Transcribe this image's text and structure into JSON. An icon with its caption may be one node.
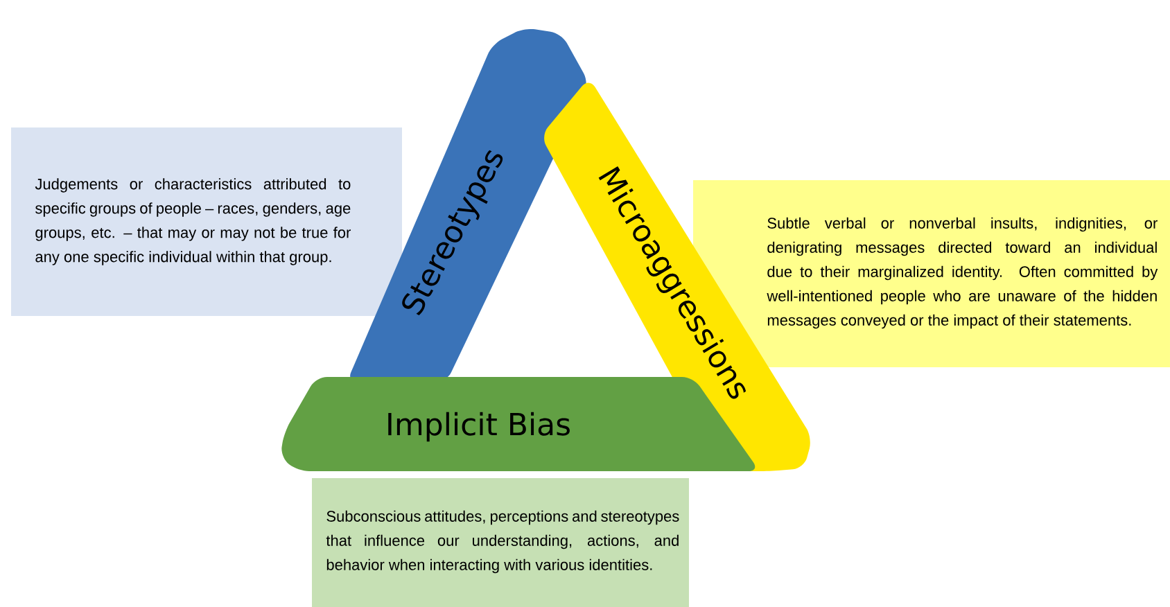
{
  "diagram": {
    "nodes": [
      {
        "text": [
          "Judgements or characteristics attributed to specific groups of people – races, genders, age groups, etc. – that may or may not be true for any one specific individual within that group."
        ]
      },
      {
        "text": [
          "Subtle verbal or nonverbal insults, indignities, or denigrating messages directed toward an individual due to their marginalized identity. Often committed by well-intentioned people who are unaware of the hidden messages conveyed or the impact of their statements."
        ]
      },
      {
        "text": [
          "Subconscious attitudes, perceptions and stereotypes that influence our understanding, actions, and behavior when interacting with various identities."
        ]
      },
      {
        "text": [
          "Stereotypes"
        ]
      },
      {
        "text": [
          "Microaggressions"
        ]
      },
      {
        "text": [
          "Implicit Bias"
        ]
      }
    ]
  }
}
